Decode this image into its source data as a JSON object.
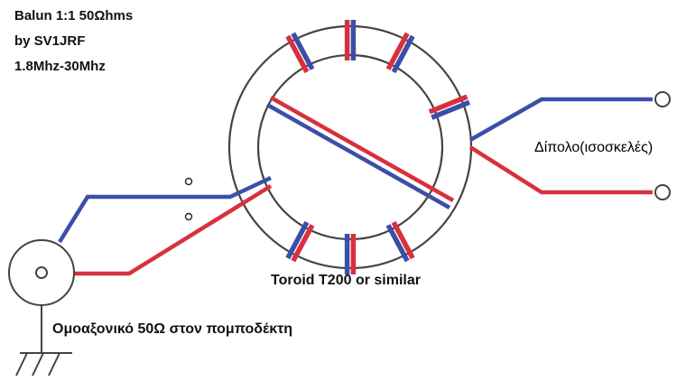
{
  "labels": {
    "title": "Balun 1:1 50Ωhms",
    "author": "by SV1JRF",
    "frequency": "1.8Mhz-30Mhz",
    "dipole": "Δίπολο(ισοσκελές)",
    "toroid": "Toroid T200 or similar",
    "coax": "Ομοαξονικό 50Ω στον πομποδέκτη"
  },
  "colors": {
    "wire_blue": "#3b4fa8",
    "wire_red": "#d8303c",
    "outline": "#444444",
    "core_fill": "#ffffff"
  }
}
